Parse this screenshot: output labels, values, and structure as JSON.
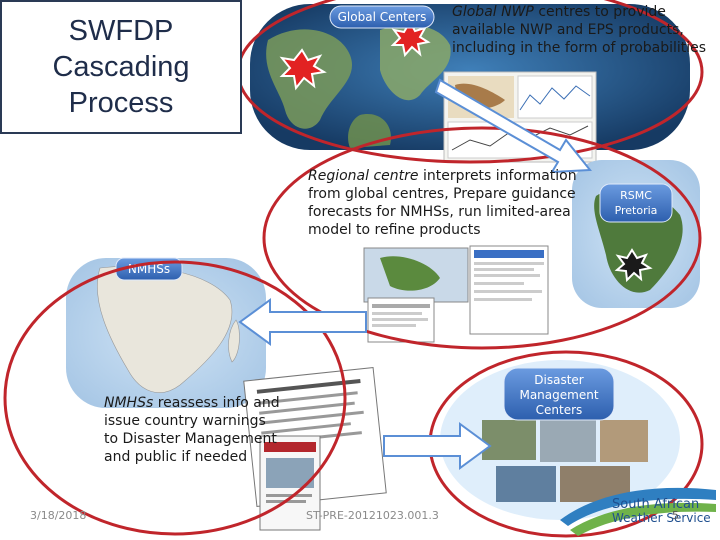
{
  "title": "SWFDP\nCascading\nProcess",
  "global": {
    "badge": "Global Centers",
    "text_italic": "Global NWP",
    "text_rest": " centres to provide available NWP and EPS products, including in the form of probabilities"
  },
  "regional": {
    "badge_line1": "RSMC",
    "badge_line2": "Pretoria",
    "text_italic": "Regional centre",
    "text_rest": " interprets information from global centres, Prepare guidance forecasts for NMHSs, run limited-area model to refine products"
  },
  "nmhs": {
    "badge": "NMHSs",
    "text_italic": "NMHSs",
    "text_rest": " reassess info and issue country warnings to Disaster Management and public if needed"
  },
  "disaster": {
    "badge_line1": "Disaster",
    "badge_line2": "Management",
    "badge_line3": "Centers"
  },
  "footer": {
    "date": "3/18/2018",
    "code": "ST-PRE-20121023.001.3",
    "page": "5",
    "logo_line1": "South African",
    "logo_line2": "Weather Service"
  },
  "colors": {
    "ellipse_red": "#c0252b",
    "arrow_fill": "#ffffff",
    "arrow_stroke": "#5b8fd6",
    "badge_blue": "#3a6fc4"
  }
}
